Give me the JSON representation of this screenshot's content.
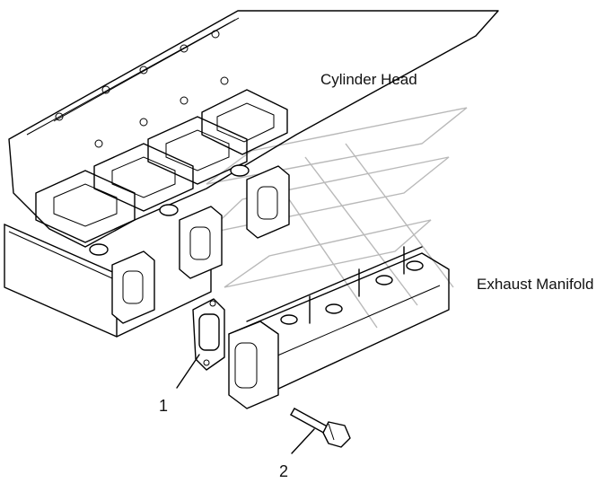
{
  "labels": {
    "cylinder_head": "Cylinder Head",
    "exhaust_manifold": "Exhaust Manifold"
  },
  "callouts": {
    "part_1": "1",
    "part_2": "2"
  }
}
